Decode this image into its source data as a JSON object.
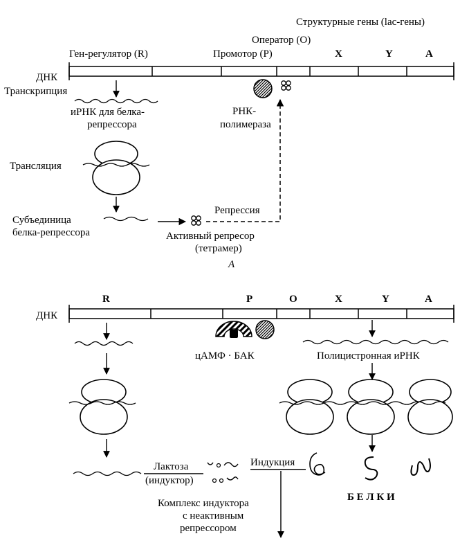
{
  "top": {
    "structural_genes": "Структурные гены (lac-гены)",
    "operator": "Оператор (O)",
    "gene_regulator": "Ген-регулятор (R)",
    "promoter": "Промотор (P)",
    "gene_x": "X",
    "gene_y": "Y",
    "gene_a": "A",
    "dna": "ДНК",
    "transcription": "Транскрипция",
    "mrna_line1": "иРНК для белка-",
    "mrna_line2": "репрессора",
    "rna_pol_line1": "РНК-",
    "rna_pol_line2": "полимераза",
    "translation": "Трансляция",
    "repression": "Репрессия",
    "subunit_line1": "Субъединица",
    "subunit_line2": "белка-репрессора",
    "active_line1": "Активный репресор",
    "active_line2": "(тетрамер)",
    "panel_label": "A"
  },
  "bottom": {
    "gene_r": "R",
    "gene_p": "P",
    "gene_o": "O",
    "gene_x": "X",
    "gene_y": "Y",
    "gene_a": "A",
    "dna": "ДНК",
    "camp": "цАМФ · БАК",
    "polycistronic": "Полицистронная иРНК",
    "lactose": "Лактоза",
    "inducer": "(индуктор)",
    "induction": "Индукция",
    "proteins": "Б Е Л К И",
    "complex_line1": "Комплекс индуктора",
    "complex_line2": "с неактивным",
    "complex_line3": "репрессором"
  },
  "colors": {
    "ink": "#000000",
    "background": "#ffffff"
  }
}
